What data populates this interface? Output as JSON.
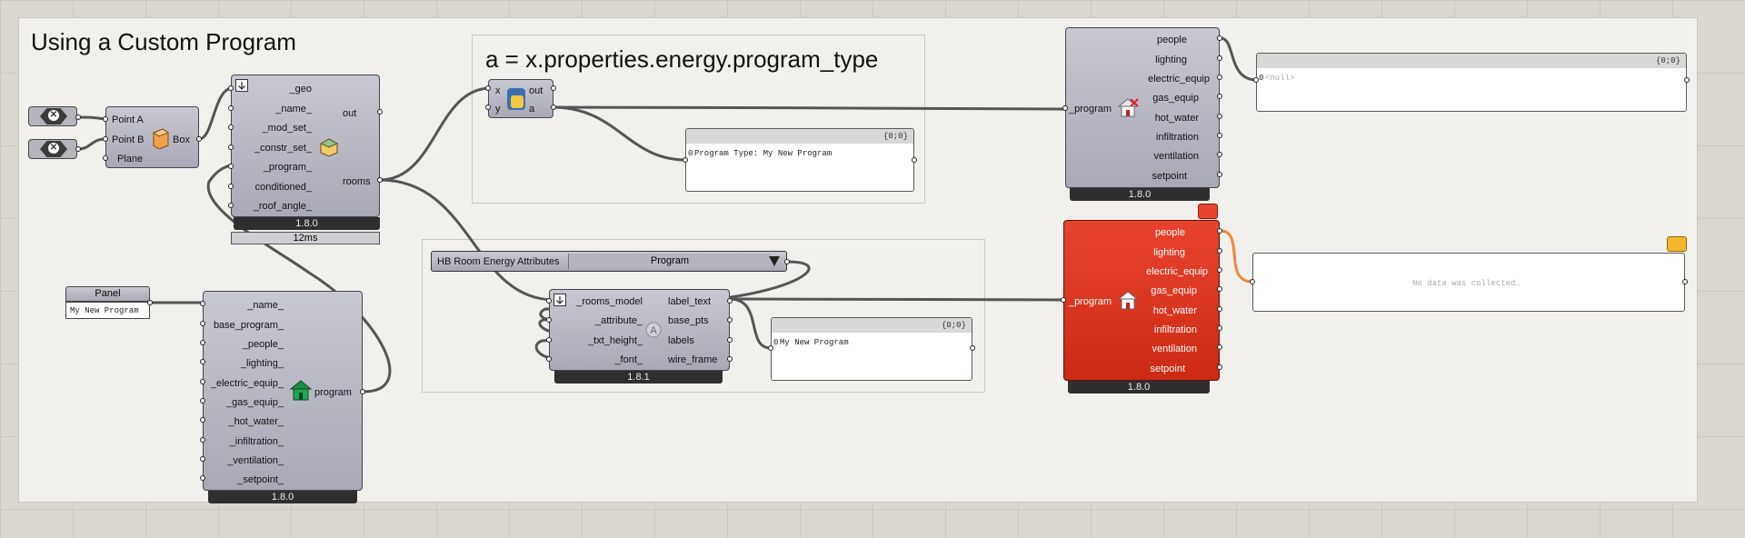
{
  "title": "Using a Custom Program",
  "expression_label": "a = x.properties.energy.program_type",
  "box_component": {
    "inputs": [
      "Point A",
      "Point B",
      "Plane"
    ],
    "output": "Box"
  },
  "room_component": {
    "inputs": [
      "_geo",
      "_name_",
      "_mod_set_",
      "_constr_set_",
      "_program_",
      "conditioned_",
      "_roof_angle_"
    ],
    "outputs": [
      "out",
      "rooms"
    ],
    "version": "1.8.0",
    "timing": "12ms"
  },
  "python_component": {
    "inputs": [
      "x",
      "y"
    ],
    "outputs": [
      "out",
      "a"
    ]
  },
  "panel_small": {
    "label": "Panel",
    "text": "My New Program"
  },
  "program_component": {
    "inputs": [
      "_name_",
      "base_program_",
      "_people_",
      "_lighting_",
      "_electric_equip_",
      "_gas_equip_",
      "_hot_water_",
      "_infiltration_",
      "_ventilation_",
      "_setpoint_"
    ],
    "output": "program",
    "version": "1.8.0"
  },
  "value_list": {
    "name": "HB Room Energy Attributes",
    "value": "Program"
  },
  "label_component": {
    "inputs": [
      "_rooms_model",
      "_attribute_",
      "_txt_height_",
      "_font_"
    ],
    "outputs": [
      "label_text",
      "base_pts",
      "labels",
      "wire_frame"
    ],
    "version": "1.8.1"
  },
  "panel_program_type": {
    "path": "{0;0}",
    "index": "0",
    "text": "Program Type: My New Program"
  },
  "panel_label_text": {
    "path": "{0;0}",
    "index": "0",
    "text": "My New Program"
  },
  "decon_component_top": {
    "input": "_program",
    "outputs": [
      "people",
      "lighting",
      "electric_equip",
      "gas_equip",
      "hot_water",
      "infiltration",
      "ventilation",
      "setpoint"
    ],
    "version": "1.8.0"
  },
  "decon_component_bottom": {
    "input": "_program",
    "outputs": [
      "people",
      "lighting",
      "electric_equip",
      "gas_equip",
      "hot_water",
      "infiltration",
      "ventilation",
      "setpoint"
    ],
    "version": "1.8.0"
  },
  "panel_null": {
    "path": "{0;0}",
    "index": "0",
    "text": "<null>"
  },
  "panel_empty": {
    "text": "No data was collected…"
  },
  "colors": {
    "component": "#b4b4c0",
    "error_component": "#d8301b",
    "warning_balloon": "#f3b72c",
    "error_balloon": "#e8432e",
    "wire": "#555555",
    "orange_wire": "#f0873a"
  }
}
